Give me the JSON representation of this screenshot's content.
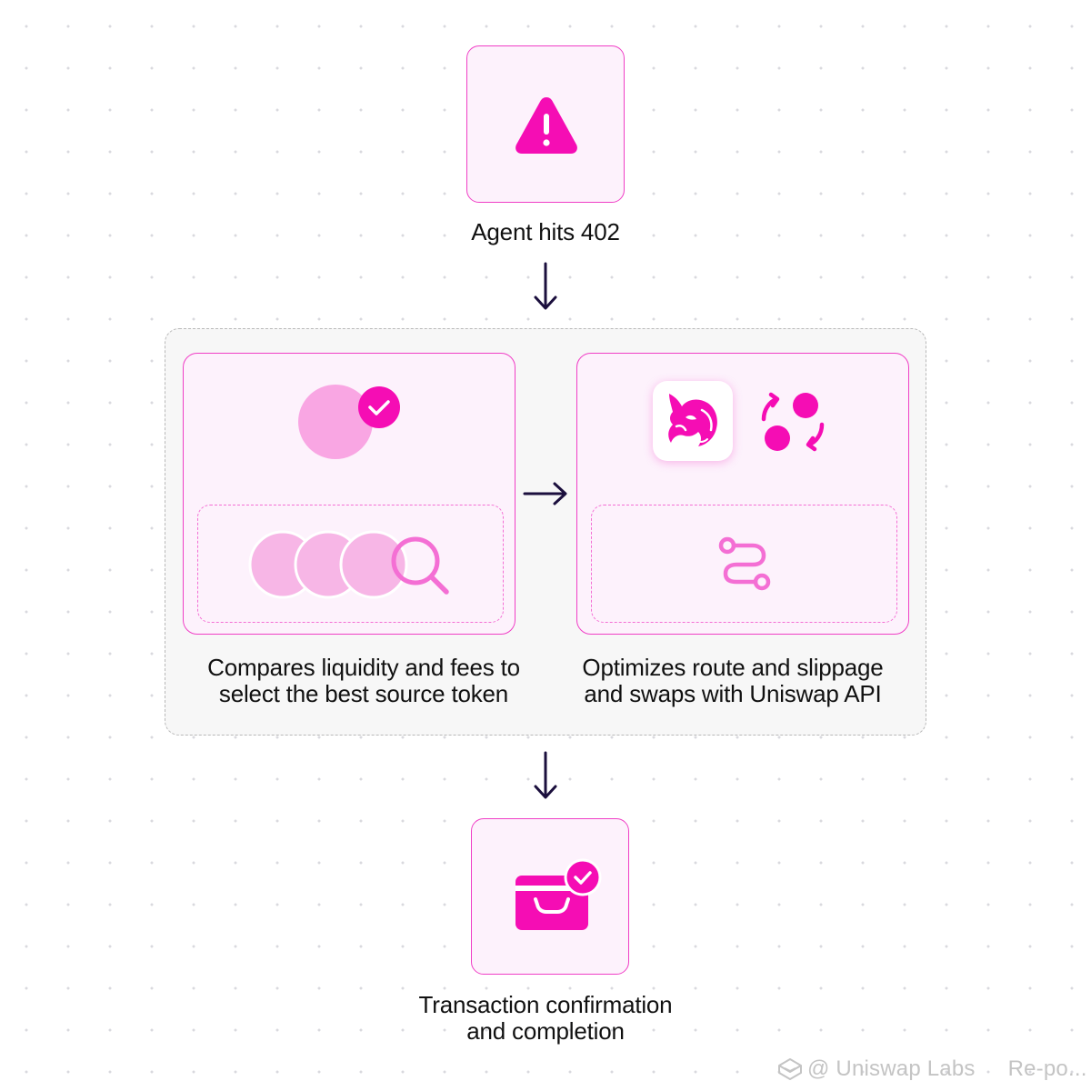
{
  "steps": {
    "start_label": "Agent hits 402",
    "left_label_line1": "Compares liquidity and fees to",
    "left_label_line2": "select the best source token",
    "right_label_line1": "Optimizes route and slippage",
    "right_label_line2": "and swaps with Uniswap API",
    "end_label_line1": "Transaction confirmation",
    "end_label_line2": "and completion"
  },
  "icons": {
    "start": "warning-triangle-icon",
    "left_top": "token-check-icon",
    "left_bottom": "tokens-search-icon",
    "right_top_logo": "uniswap-unicorn-logo",
    "right_top_swap": "swap-cycle-icon",
    "right_bottom": "route-path-icon",
    "end": "wallet-check-icon"
  },
  "watermark": {
    "brand": "@ Uniswap Labs",
    "suffix": "Re-po..."
  },
  "colors": {
    "accent": "#f50db4",
    "accent_light": "#f9a6e3",
    "panel_bg": "#fdf2fc",
    "arrow": "#1b0f3d"
  }
}
